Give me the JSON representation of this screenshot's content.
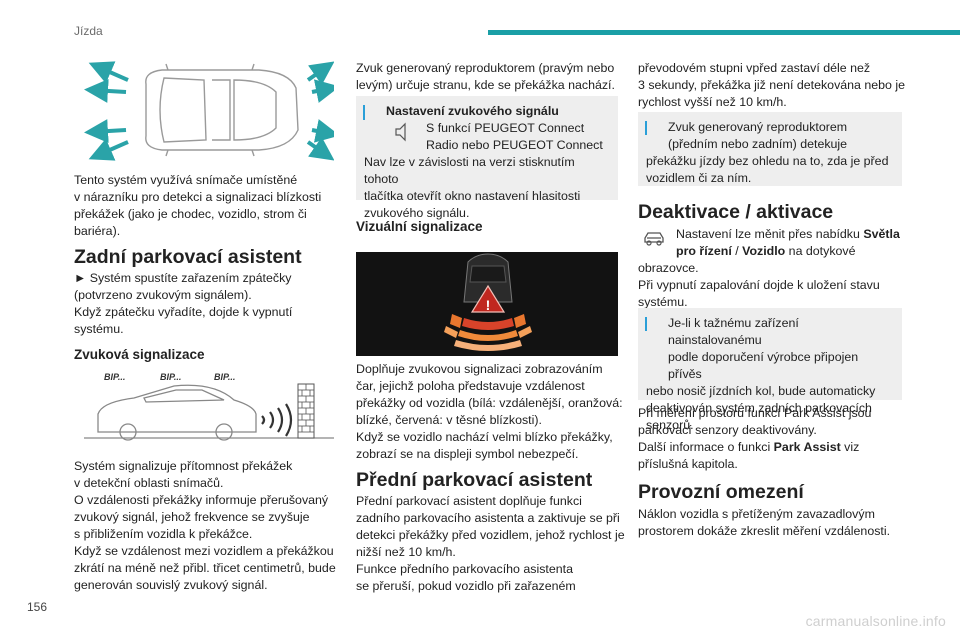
{
  "header": {
    "section": "Jízda"
  },
  "footer": {
    "page_number": "156",
    "watermark": "carmanualsonline.info"
  },
  "col1": {
    "intro": [
      "Tento systém využívá snímače umístěné",
      "v nárazníku pro detekci a signalizaci blízkosti",
      "překážek (jako je chodec, vozidlo, strom či",
      "bariéra)."
    ],
    "h_rear": "Zadní parkovací asistent",
    "rear_text": [
      "► Systém spustíte zařazením zpátečky",
      "(potvrzeno zvukovým signálem).",
      "Když zpátečku vyřadíte, dojde k vypnutí",
      "systému."
    ],
    "h_sound": "Zvuková signalizace",
    "beeps": [
      "BIP...",
      "BIP...",
      "BIP..."
    ],
    "sound_text": [
      "Systém signalizuje přítomnost překážek",
      "v detekční oblasti snímačů.",
      "O vzdálenosti překážky informuje přerušovaný",
      "zvukový signál, jehož frekvence se zvyšuje",
      "s přibližením vozidla k překážce.",
      "Když se vzdálenost mezi vozidlem a překážkou",
      "zkrátí na méně než přibl. třicet centimetrů, bude",
      "generován souvislý zvukový signál."
    ]
  },
  "col2": {
    "top_text": [
      "Zvuk generovaný reproduktorem (pravým nebo",
      "levým) určuje stranu, kde se překážka nachází."
    ],
    "note_title": "Nastavení zvukového signálu",
    "note_lines_ind": [
      "S funkcí PEUGEOT Connect",
      "Radio nebo PEUGEOT Connect"
    ],
    "note_lines": [
      "Nav lze v závislosti na verzi stisknutím tohoto",
      "tlačítka otevřít okno nastavení hlasitosti",
      "zvukového signálu."
    ],
    "h_visual": "Vizuální signalizace",
    "visual_text": [
      "Doplňuje zvukovou signalizaci zobrazováním",
      "čar, jejichž poloha představuje vzdálenost",
      "překážky od vozidla (bílá: vzdálenější, oranžová:",
      "blízké, červená: v těsné blízkosti).",
      "Když se vozidlo nachází velmi blízko překážky,",
      "zobrazí se na displeji symbol nebezpečí."
    ],
    "h_front": "Přední parkovací asistent",
    "front_text": [
      "Přední parkovací asistent doplňuje funkci",
      "zadního parkovacího asistenta a zaktivuje se při",
      "detekci překážky před vozidlem, jehož rychlost je",
      "nižší než 10 km/h.",
      "Funkce předního parkovacího asistenta",
      "se přeruší, pokud vozidlo při zařazeném"
    ]
  },
  "col3": {
    "top_text": [
      "převodovém stupni vpřed zastaví déle než",
      "3 sekundy, překážka již není detekována nebo je",
      "rychlost vyšší než 10 km/h."
    ],
    "note1": [
      "Zvuk generovaný reproduktorem",
      "(předním nebo zadním) detekuje",
      "překážku jízdy bez ohledu na to, zda je před",
      "vozidlem či za ním."
    ],
    "h_deact": "Deaktivace / aktivace",
    "deact_l1_pre": "Nastavení lze měnit přes nabídku ",
    "deact_l1_bold": "Světla",
    "deact_l2_bold": "pro řízení",
    "deact_l2_mid": " / ",
    "deact_l2_bold2": "Vozidlo",
    "deact_l2_post": " na dotykové",
    "deact_lines": [
      "obrazovce.",
      "Při vypnutí zapalování dojde k uložení stavu",
      "systému."
    ],
    "note2": [
      "Je-li k tažnému zařízení nainstalovanému",
      "podle doporučení výrobce připojen přívěs",
      "nebo nosič jízdních kol, bude automaticky",
      "deaktivován systém zadních parkovacích",
      "senzorů."
    ],
    "pa_lines": [
      "Při měření prostoru funkcí Park Assist jsou",
      "parkovací senzory deaktivovány."
    ],
    "pa_l3_pre": "Další informace o funkci ",
    "pa_l3_bold": "Park Assist",
    "pa_l3_post": " viz",
    "pa_l4": "příslušná kapitola.",
    "h_limits": "Provozní omezení",
    "limits_text": [
      "Náklon vozidla s přetíženým zavazadlovým",
      "prostorem dokáže zkreslit měření vzdálenosti."
    ]
  },
  "colors": {
    "accent": "#1a9fa6",
    "note_bar": "#2a9fd8",
    "note_bg": "#eeeeee",
    "arrow": "#2aa3a8"
  }
}
